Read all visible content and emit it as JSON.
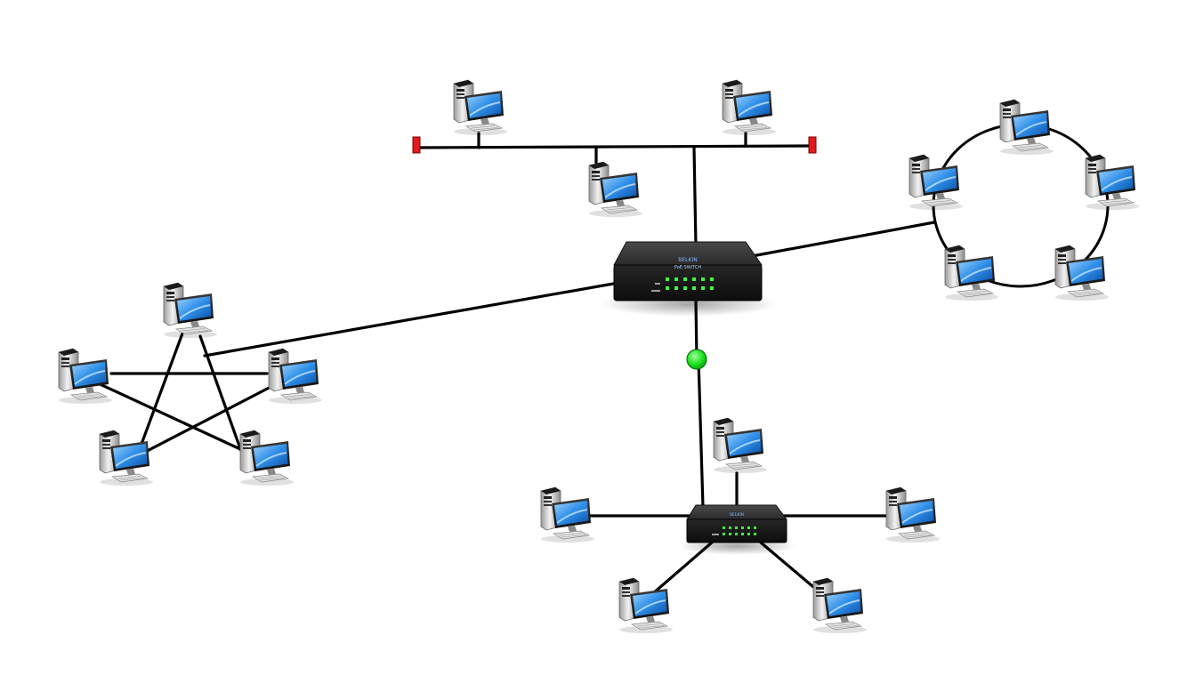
{
  "diagram": {
    "kind": "hybrid-network-topology",
    "colors": {
      "background": "#ffffff",
      "link": "#000000",
      "terminator": "#e01b1b",
      "repeater": "#19e019",
      "switch_body": "#2b2b2b",
      "led": "#3cff3c",
      "screen": "#1f7fe0",
      "tower": "#d9d9d9"
    },
    "icons": {
      "computer": "desktop-computer-icon",
      "switch": "network-switch-icon",
      "terminator": "bus-terminator",
      "repeater": "repeater-node"
    },
    "switch_branding": {
      "brand": "BELKIN",
      "model": "PoE SWITCH"
    },
    "segments": [
      {
        "id": "bus",
        "type": "bus",
        "computers": 3,
        "terminators": 2
      },
      {
        "id": "ring",
        "type": "ring",
        "computers": 5
      },
      {
        "id": "mesh",
        "type": "mesh-pentagram",
        "computers": 5
      },
      {
        "id": "star",
        "type": "star",
        "computers": 5,
        "hub": "switch"
      }
    ],
    "backbone": {
      "hub": "switch",
      "connects": [
        "bus",
        "ring",
        "mesh",
        "star"
      ]
    }
  }
}
